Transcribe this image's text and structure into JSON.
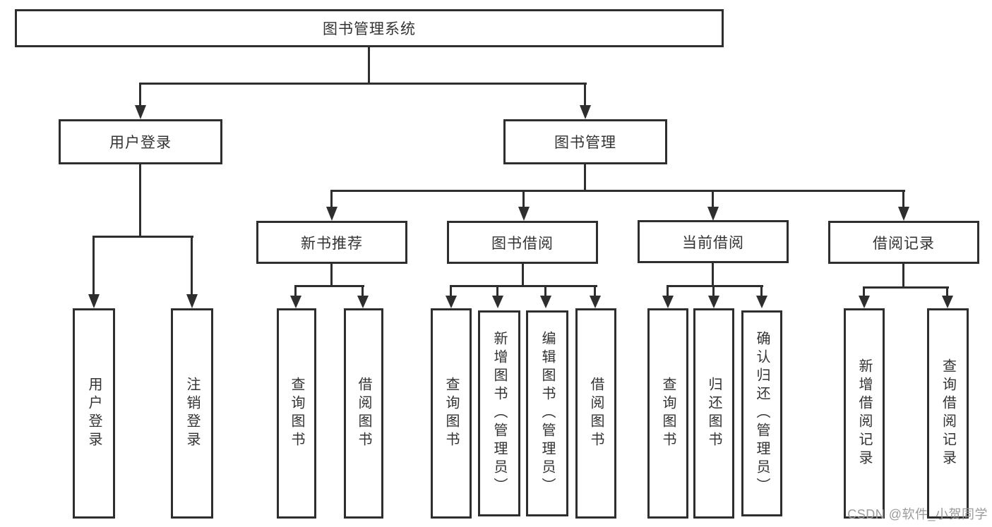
{
  "tree": {
    "root": {
      "label": "图书管理系统"
    },
    "level2": [
      {
        "label": "用户登录"
      },
      {
        "label": "图书管理"
      }
    ],
    "level3": [
      {
        "label": "新书推荐",
        "parent": "图书管理"
      },
      {
        "label": "图书借阅",
        "parent": "图书管理"
      },
      {
        "label": "当前借阅",
        "parent": "图书管理"
      },
      {
        "label": "借阅记录",
        "parent": "图书管理"
      }
    ],
    "leaves": [
      {
        "group": "用户登录",
        "label": "用户登录"
      },
      {
        "group": "用户登录",
        "label": "注销登录"
      },
      {
        "group": "新书推荐",
        "label": "查询图书"
      },
      {
        "group": "新书推荐",
        "label": "借阅图书"
      },
      {
        "group": "图书借阅",
        "label": "查询图书"
      },
      {
        "group": "图书借阅",
        "label": "新增图书（管理员）"
      },
      {
        "group": "图书借阅",
        "label": "编辑图书（管理员）"
      },
      {
        "group": "图书借阅",
        "label": "借阅图书"
      },
      {
        "group": "当前借阅",
        "label": "查询图书"
      },
      {
        "group": "当前借阅",
        "label": "归还图书"
      },
      {
        "group": "当前借阅",
        "label": "确认归还（管理员）"
      },
      {
        "group": "借阅记录",
        "label": "新增借阅记录"
      },
      {
        "group": "借阅记录",
        "label": "查询借阅记录"
      }
    ]
  },
  "watermark": {
    "text": "CSDN @软件_小贺同学"
  },
  "colors": {
    "line": "#2e2e2e",
    "text": "#333333",
    "background": "#ffffff",
    "watermark": "#9b9b9b"
  }
}
